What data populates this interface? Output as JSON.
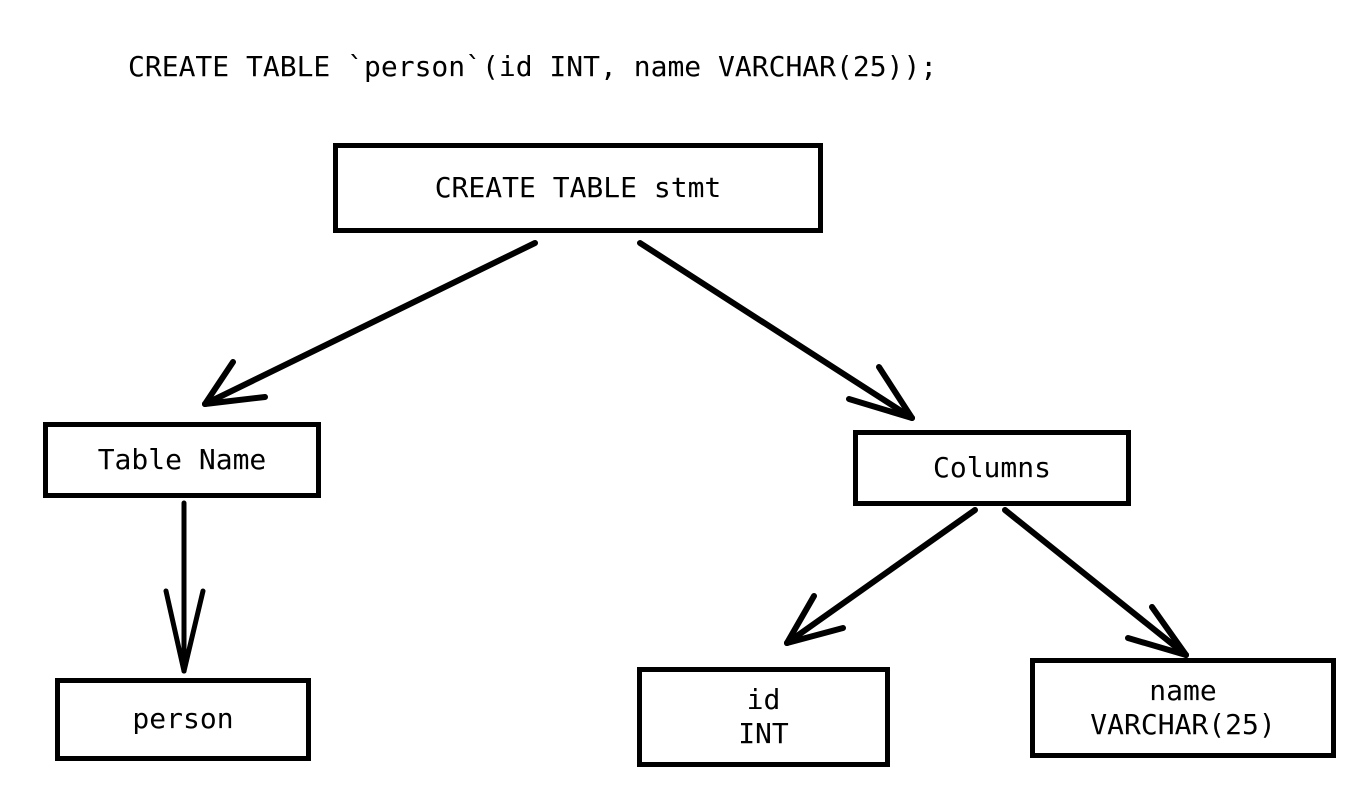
{
  "title": {
    "text": "CREATE TABLE `person`(id INT, name VARCHAR(25));"
  },
  "colors": {
    "background": "#ffffff",
    "node_border": "#000000",
    "node_fill": "#ffffff",
    "text": "#000000",
    "arrow": "#000000"
  },
  "diagram": {
    "type": "parse-tree",
    "nodes": [
      {
        "id": "root",
        "label": "CREATE TABLE stmt",
        "line1": "CREATE TABLE stmt",
        "line2": ""
      },
      {
        "id": "tablename",
        "label": "Table Name",
        "line1": "Table Name",
        "line2": ""
      },
      {
        "id": "person",
        "label": "person",
        "line1": "person",
        "line2": ""
      },
      {
        "id": "columns",
        "label": "Columns",
        "line1": "Columns",
        "line2": ""
      },
      {
        "id": "col_id",
        "label": "id INT",
        "line1": "id",
        "line2": "INT"
      },
      {
        "id": "col_name",
        "label": "name VARCHAR(25)",
        "line1": "name",
        "line2": "VARCHAR(25)"
      }
    ],
    "edges": [
      {
        "from": "root",
        "to": "tablename",
        "style": "arrow"
      },
      {
        "from": "root",
        "to": "columns",
        "style": "arrow"
      },
      {
        "from": "tablename",
        "to": "person",
        "style": "arrow"
      },
      {
        "from": "columns",
        "to": "col_id",
        "style": "arrow"
      },
      {
        "from": "columns",
        "to": "col_name",
        "style": "arrow"
      }
    ]
  }
}
